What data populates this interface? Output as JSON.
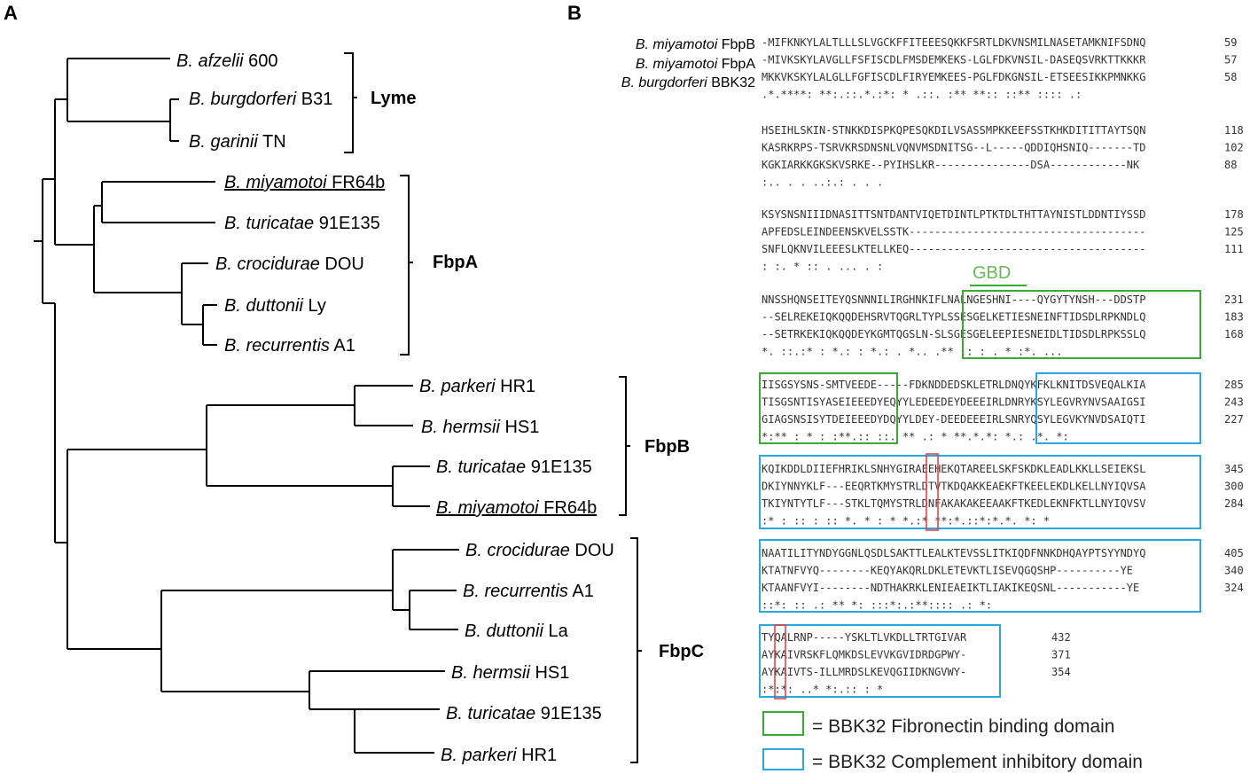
{
  "panel_a": {
    "letter": "A",
    "taxa": [
      {
        "species": "B. afzelii",
        "strain": "600",
        "underline": false
      },
      {
        "species": "B. burgdorferi",
        "strain": "B31",
        "underline": false
      },
      {
        "species": "B. garinii",
        "strain": "TN",
        "underline": false
      },
      {
        "species": "B. miyamotoi",
        "strain": "FR64b",
        "underline": true
      },
      {
        "species": "B. turicatae",
        "strain": "91E135",
        "underline": false
      },
      {
        "species": "B. crocidurae",
        "strain": "DOU",
        "underline": false
      },
      {
        "species": "B. duttonii",
        "strain": "Ly",
        "underline": false
      },
      {
        "species": "B. recurrentis",
        "strain": "A1",
        "underline": false
      },
      {
        "species": "B. parkeri",
        "strain": "HR1",
        "underline": false
      },
      {
        "species": "B. hermsii",
        "strain": "HS1",
        "underline": false
      },
      {
        "species": "B. turicatae",
        "strain": "91E135",
        "underline": false
      },
      {
        "species": "B. miyamotoi",
        "strain": "FR64b",
        "underline": true
      },
      {
        "species": "B. crocidurae",
        "strain": "DOU",
        "underline": false
      },
      {
        "species": "B. recurrentis",
        "strain": "A1",
        "underline": false
      },
      {
        "species": "B. duttonii",
        "strain": "La",
        "underline": false
      },
      {
        "species": "B. hermsii",
        "strain": "HS1",
        "underline": false
      },
      {
        "species": "B. turicatae",
        "strain": "91E135",
        "underline": false
      },
      {
        "species": "B. parkeri",
        "strain": "HR1",
        "underline": false
      }
    ],
    "groups": [
      "Lyme",
      "FbpA",
      "FbpB",
      "FbpC"
    ]
  },
  "panel_b": {
    "letter": "B",
    "sequence_names": [
      {
        "species": "B. miyamotoi",
        "protein": "FbpB"
      },
      {
        "species": "B. miyamotoi",
        "protein": "FbpA"
      },
      {
        "species": "B. burgdorferi",
        "protein": "BBK32"
      }
    ],
    "gbd_label": "GBD",
    "blocks": [
      {
        "seqs": [
          "-MIFKNKYLALTLLLSLVGCKFFITEEESQKKFSRTLDKVNSMILNASETAMKNIFSDNQ",
          "-MIVKSKYLAVGLLFSFISCDLFMSDEMKEKS-LGLFDKVNSIL-DASEQSVRKTTKKKR",
          "MKKVKSKYLALGLLFGFISCDLFIRYEMKEES-PGLFDKGNSIL-ETSEESIKKPMNKKG"
        ],
        "cons": " .*.****: **:.::.*.:*:  * .::.    :** **:: ::** ::::  .:",
        "nums": [
          "59",
          "57",
          "58"
        ]
      },
      {
        "seqs": [
          "HSEIHLSKIN-STNKKDISPKQPESQKDILVSASSMPKKEEFSSTKHKDITITTAYTSQN",
          "KASRKRPS-TSRVKRSDNSNLVQNVMSDNITSG--L-----QDDIQHSNIQ-------TD",
          "KGKIARKKGKSKVSRKE--PYIHSLKR---------------DSA------------NK"
        ],
        "cons": ":..     . .  ..:.:        .                .          .",
        "nums": [
          "118",
          "102",
          "88"
        ]
      },
      {
        "seqs": [
          "KSYSNSNIIIDNASITTSNTDANTVIQETDINTLPTKTDLTHTTAYNISTLDDNTIYSSD",
          "APFEDSLEINDEENSKVELSSTK-------------------------------------",
          "SNFLQKNVILEEESLKTELLKEQ-------------------------------------"
        ],
        "cons": " : :.  * :: . ... . :",
        "nums": [
          "178",
          "125",
          "111"
        ]
      },
      {
        "seqs": [
          "NNSSHQNSEITEYQSNNNILIRGHNKIFLNALNGESHNI----QYGYTYNSH---DDSTP",
          "--SELREKEIQKQQDEHSRVTQGRLTYPLSSESGELKETIESNEINFTIDSDLRPKNDLQ",
          "--SETRKEKIQKQQDEYKGMTQGSLN-SLSGESGELEEPIESNEIDLTIDSDLRPKSSLQ"
        ],
        "cons": "  *. ::.:* : *.: : *.: .     *.. .**  .:     : . * :*.   ...",
        "nums": [
          "231",
          "183",
          "168"
        ]
      },
      {
        "seqs": [
          "IISGSYSNS-SMTVEEDE-----FDKNDDEDSKLETRLDNQYKFKLKNITDSVEQALKIA",
          "TISGSNTISYASEIEEEDYEQYYLEDEEDEYDEEEIRLDNRYKSYLEGVRYNVSAAIGSI",
          "GIAGSNSISYTDEIEEEDYDQYYLDEY-DEEDEEEIRLSNRYQSYLEGVKYNVDSAIQTI"
        ],
        "cons": " *:** : * :  :**.::      ::.   ** .: * **.*.*:  *.:  .*. *:",
        "nums": [
          "285",
          "243",
          "227"
        ]
      },
      {
        "seqs": [
          "KQIKDDLDIIEFHRIKLSNHYGIRAEEHEKQTAREELSKFSKDKLEADLKKLLSEIEKSL",
          "DKIYNNYKLF---EEQRTKMYSTRLDTVTKDQAKKEAEKFTKEELEKDLKELLNYIQVSA",
          "TKIYNTYTLF---STKLTQMYSTRLDNFAKAKAKEEAAKFTKEDLEKNFKTLLNYIQVSV"
        ],
        "cons": " :* :    ::      : :: *. * :     *  *.:*   **:*.::*:*.*. *: *",
        "nums": [
          "345",
          "300",
          "284"
        ]
      },
      {
        "seqs": [
          "NAATILITYNDYGGNLQSDLSAKTTLEALKTEVSSLITKIQDFNNKDHQAYPTSYYNDYQ",
          "KTATNFVYQ--------KEQYAKQRLDKLETEVKTLISEVQGQSHP----------YE",
          "KTAANFVYI--------NDTHAKRKLENIEAEIKTLIAKIKEQSNL-----------YE"
        ],
        "cons": "::*: ::            .:  **   *: :::*:.:**::::   .:             *:",
        "nums": [
          "405",
          "340",
          "324"
        ]
      },
      {
        "seqs": [
          "TYQALRNP-----YSKLTLVKDLLTRTGIVAR",
          "AYKAIVRSKFLQMKDSLEVVKGVIDRDGPWY-",
          "AYKAIVTS-ILLMRDSLKEVQGIIDKNGVWY-"
        ],
        "cons": ":*:*:           ..*   *:.:: : *",
        "nums": [
          "432",
          "371",
          "354"
        ]
      }
    ],
    "legend": [
      {
        "text": "= BBK32 Fibronectin binding domain",
        "color": "#3aaa35"
      },
      {
        "text": "= BBK32 Complement inhibitory domain",
        "color": "#2aa6e0"
      }
    ],
    "colors": {
      "gbd": "#3aaa35",
      "complement": "#2aa6e0",
      "highlight": "#e53935"
    }
  }
}
